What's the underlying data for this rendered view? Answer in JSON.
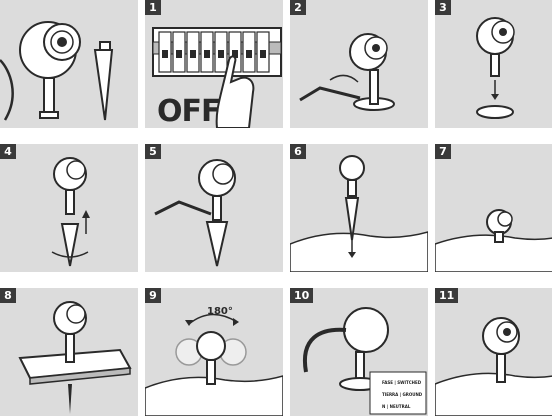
{
  "steps": [
    {
      "number": ""
    },
    {
      "number": "1",
      "caption": "OFF"
    },
    {
      "number": "2"
    },
    {
      "number": "3"
    },
    {
      "number": "4"
    },
    {
      "number": "5"
    },
    {
      "number": "6"
    },
    {
      "number": "7"
    },
    {
      "number": "8"
    },
    {
      "number": "9",
      "caption": "180°"
    },
    {
      "number": "10",
      "wiring_labels": [
        "FASE | SWITCHED",
        "TIERRA | GROUND",
        "N | NEUTRAL"
      ]
    },
    {
      "number": "11"
    }
  ],
  "colors": {
    "panel_bg": "#dcdcdc",
    "badge_bg": "#3a3a3a",
    "line": "#2a2a2a",
    "lamp": "#ffffff"
  }
}
